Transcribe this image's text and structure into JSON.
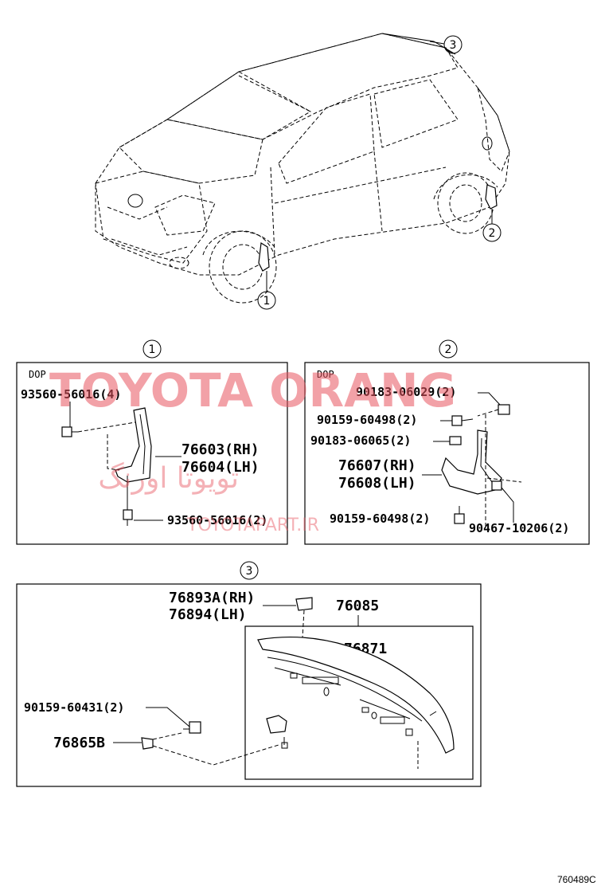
{
  "callouts": {
    "c1": "1",
    "c2": "2",
    "c3": "3"
  },
  "panel1": {
    "dop": "DOP",
    "labels": {
      "bolt_top": "93560-56016(4)",
      "part_rh": "76603(RH)",
      "part_lh": "76604(LH)",
      "bolt_bottom": "93560-56016(2)"
    }
  },
  "panel2": {
    "dop": "DOP",
    "labels": {
      "clip_top": "90183-06029(2)",
      "screw_a": "90159-60498(2)",
      "clip_b": "90183-06065(2)",
      "part_rh": "76607(RH)",
      "part_lh": "76608(LH)",
      "screw_bottom": "90159-60498(2)",
      "nut": "90467-10206(2)"
    }
  },
  "panel3": {
    "labels": {
      "bracket_rh": "76893A(RH)",
      "bracket_lh": "76894(LH)",
      "spoiler_assy": "76085",
      "spoiler": "76871",
      "screw": "90159-60431(2)",
      "cushion": "76865B"
    }
  },
  "watermark": {
    "brand": "TOYOTA ORANG",
    "arabic": "تویوتا اورنگ",
    "url": "TOYOTAPART.IR"
  },
  "figure_code": "760489C"
}
